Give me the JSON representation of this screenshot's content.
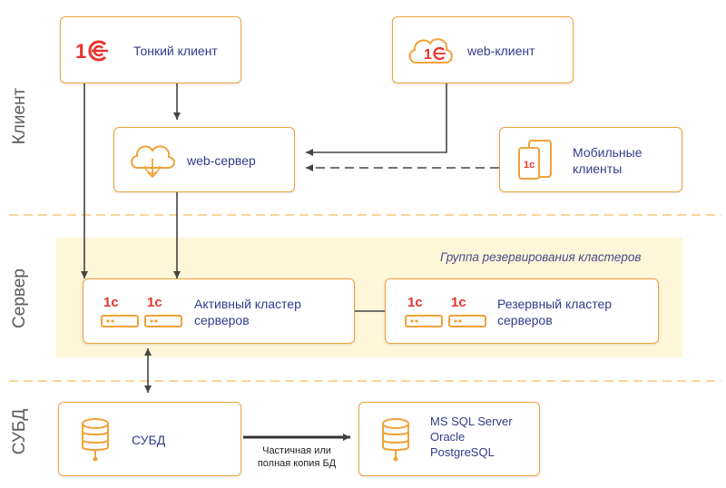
{
  "zones": {
    "client": "Клиент",
    "server": "Сервер",
    "dbms": "СУБД"
  },
  "group_title": "Группа резервирования кластеров",
  "nodes": {
    "thin_client": "Тонкий клиент",
    "web_client": "web-клиент",
    "web_server": "web-сервер",
    "mobile_clients": "Мобильные клиенты",
    "active_cluster": "Активный кластер серверов",
    "backup_cluster": "Резервный кластер серверов",
    "dbms": "СУБД"
  },
  "db_types": [
    "MS SQL Server",
    "Oracle",
    "PostgreSQL"
  ],
  "copy_note": "Частичная или полная копия БД",
  "colors": {
    "border": "#f0a23a",
    "text": "#333a8c",
    "logo": "#e8322a",
    "group_fill": "#fdf6d8",
    "divider": "#f5c878"
  }
}
